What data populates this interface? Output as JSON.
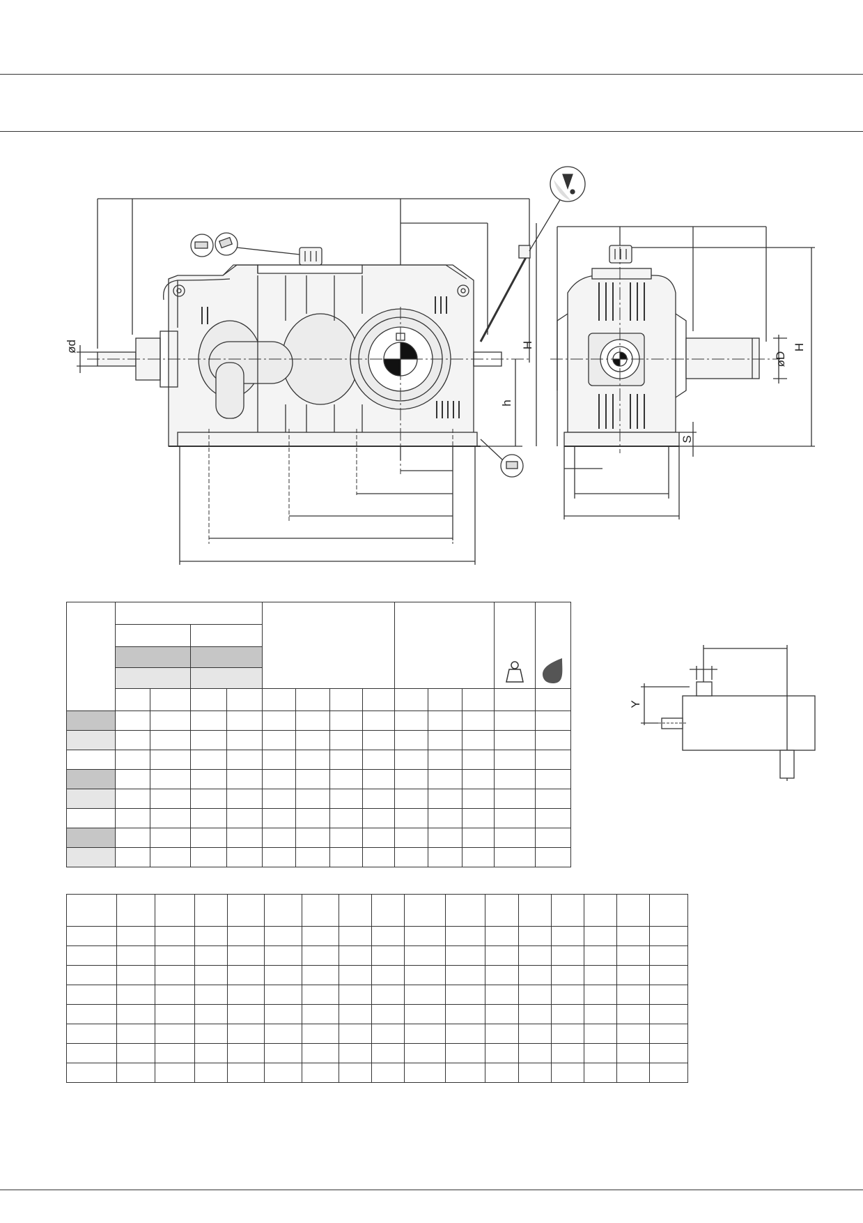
{
  "dimension_labels": {
    "shaft_small_dia": "ød",
    "shaft_large_dia": "øD",
    "height_to_axis": "h",
    "total_height_left": "H",
    "total_height_right": "H",
    "foot_thickness": "S",
    "offset_y": "Y"
  },
  "colors": {
    "line": "#333333",
    "shade_dark": "#c6c6c6",
    "shade_light": "#e6e6e6",
    "fill_body": "#f4f4f4"
  },
  "icons": [
    "breather-plug-icon",
    "oil-level-icon",
    "drain-plug-icon",
    "weight-icon",
    "oil-drop-icon"
  ],
  "table1": {
    "rows": 8,
    "cols": 14,
    "shaded_rows": [
      "dark",
      "light",
      "none",
      "dark",
      "light",
      "none",
      "dark",
      "light"
    ]
  },
  "table2": {
    "rows": 9,
    "cols": 17
  }
}
